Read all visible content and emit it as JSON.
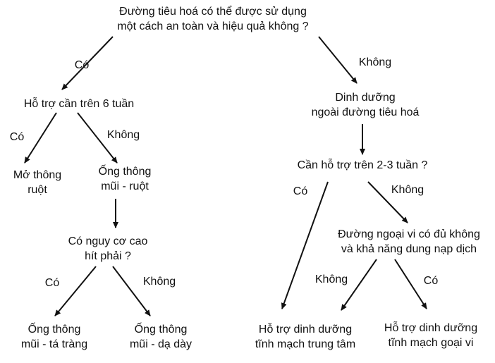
{
  "nodes": {
    "root": [
      "Đường tiêu hoá có thể được sử dụng",
      "một cách an toàn và hiệu quả không ?"
    ],
    "support_6w": [
      "Hỗ trợ cần trên 6 tuần"
    ],
    "parenteral": [
      "Dinh dưỡng",
      "ngoài đường tiêu hoá"
    ],
    "gastrostomy": [
      "Mở thông",
      "ruột"
    ],
    "nasoenteric": [
      "Ống thông",
      "mũi - ruột"
    ],
    "aspiration_risk": [
      "Có nguy cơ cao",
      "hít phải ?"
    ],
    "nasoduodenal": [
      "Ống thông",
      "mũi - tá tràng"
    ],
    "nasogastric": [
      "Ống thông",
      "mũi - dạ dày"
    ],
    "support_2_3w": [
      "Cần hỗ trợ trên 2-3 tuần ?"
    ],
    "peripheral_q": [
      "Đường ngoại vi có đủ không",
      "và khả năng dung nạp dịch"
    ],
    "central_pn": [
      "Hỗ trợ dinh dưỡng",
      "tĩnh mạch trung tâm"
    ],
    "peripheral_pn": [
      "Hỗ trợ dinh dưỡng",
      "tĩnh mạch goại vi"
    ]
  },
  "edge_labels": {
    "root_yes": "Có",
    "root_no": "Không",
    "s6_yes": "Có",
    "s6_no": "Không",
    "asp_yes": "Có",
    "asp_no": "Không",
    "s23_yes": "Có",
    "s23_no": "Không",
    "per_no": "Không",
    "per_yes": "Có"
  }
}
